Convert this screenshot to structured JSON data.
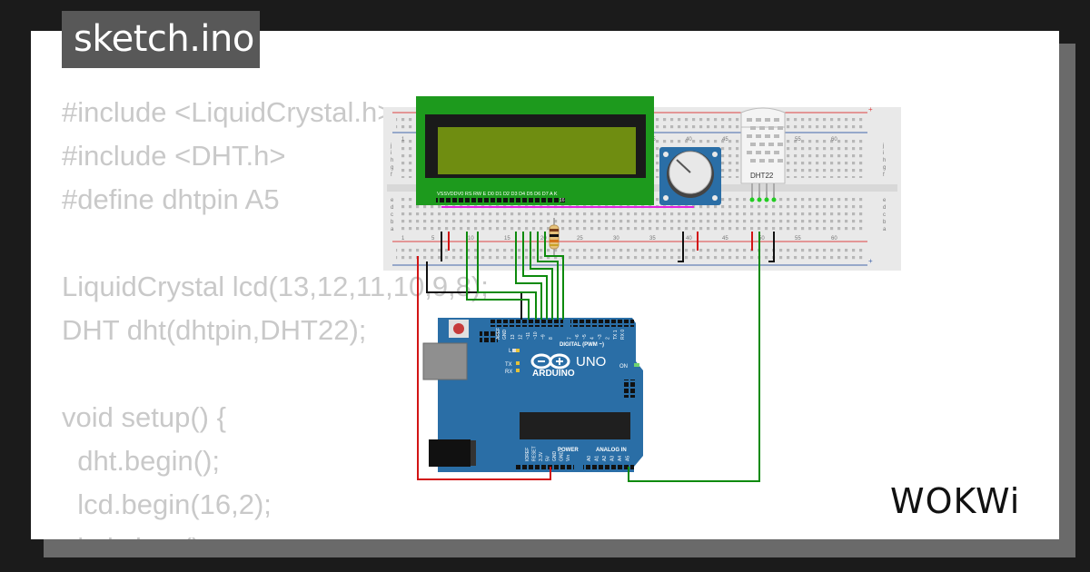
{
  "title": "sketch.ino",
  "code_lines": [
    "#include <LiquidCrystal.h>",
    "#include <DHT.h>",
    "#define dhtpin A5",
    "",
    "LiquidCrystal lcd(13,12,11,10,9,8);",
    "DHT dht(dhtpin,DHT22);",
    "",
    "void setup() {",
    "  dht.begin();",
    "  lcd.begin(16,2);",
    "  lcd.clear();"
  ],
  "lcd": {
    "pin_labels": "VSSVDDV0 RS RW E D0 D1 D2 D3 D4 D5 D6 D7 A K",
    "pin_count_label": "16"
  },
  "breadboard": {
    "column_numbers": [
      "1",
      "5",
      "10",
      "15",
      "20",
      "25",
      "30",
      "35",
      "40",
      "45",
      "50",
      "55",
      "60"
    ],
    "row_letters_top": [
      "j",
      "i",
      "h",
      "g",
      "f"
    ],
    "row_letters_bottom": [
      "e",
      "d",
      "c",
      "b",
      "a"
    ]
  },
  "sensor": {
    "label": "DHT22"
  },
  "arduino": {
    "brand": "ARDUINO",
    "model": "UNO",
    "digital_label": "DIGITAL (PWM ~)",
    "power_label": "POWER",
    "analog_label": "ANALOG IN",
    "aref": "AREF",
    "gnd": "GND",
    "digital_pins": [
      "13",
      "12",
      "~11",
      "~10",
      "~9",
      "8",
      "7",
      "~6",
      "~5",
      "4",
      "~3",
      "2",
      "TX 1",
      "RX 0"
    ],
    "power_pins": [
      "IOREF",
      "RESET",
      "3.3V",
      "5V",
      "GND",
      "GND",
      "Vin"
    ],
    "analog_pins": [
      "A0",
      "A1",
      "A2",
      "A3",
      "A4",
      "A5"
    ],
    "led_l": "L",
    "led_tx": "TX",
    "led_rx": "RX",
    "led_on": "ON"
  },
  "brand_logo": "WOKWi",
  "colors": {
    "background": "#1b1b1b",
    "card": "#ffffff",
    "title_bg": "#585858",
    "code_text": "#c9c9c9",
    "board": "#2a6ea6",
    "lcd_pcb": "#1d9a1d",
    "lcd_screen": "#6f8d11",
    "wire_green": "#0d8a0d",
    "wire_red": "#d21414",
    "wire_black": "#111111",
    "wire_magenta": "#e020e0"
  }
}
